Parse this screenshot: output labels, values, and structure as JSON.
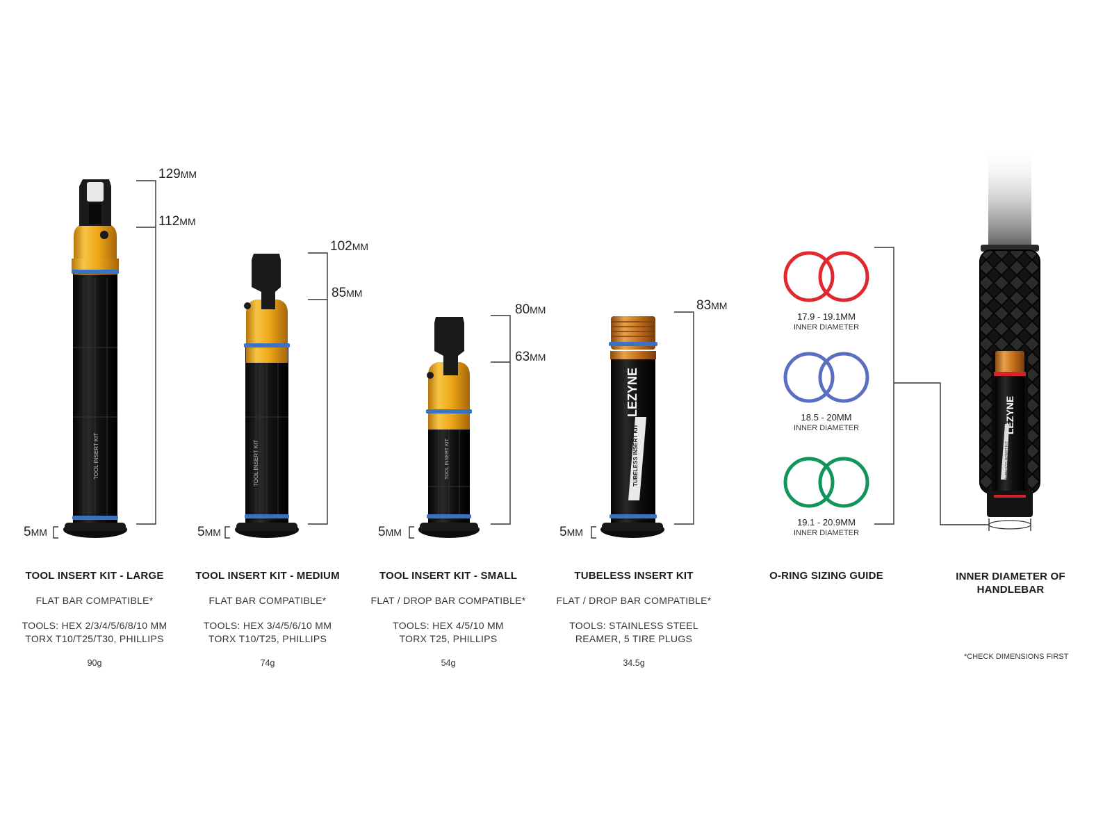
{
  "products": [
    {
      "title": "TOOL INSERT KIT - LARGE",
      "compat": "FLAT BAR COMPATIBLE*",
      "tools_line1": "TOOLS: HEX 2/3/4/5/6/8/10 MM",
      "tools_line2": "TORX T10/T25/T30, PHILLIPS",
      "weight": "90g",
      "dim_top": "129",
      "dim_mid": "112",
      "dim_base": "5",
      "body_text": "TOOL INSERT KIT"
    },
    {
      "title": "TOOL INSERT KIT - MEDIUM",
      "compat": "FLAT BAR COMPATIBLE*",
      "tools_line1": "TOOLS: HEX 3/4/5/6/10 MM",
      "tools_line2": "TORX T10/T25, PHILLIPS",
      "weight": "74g",
      "dim_top": "102",
      "dim_mid": "85",
      "dim_base": "5",
      "body_text": "TOOL INSERT KIT"
    },
    {
      "title": "TOOL INSERT KIT - SMALL",
      "compat": "FLAT / DROP BAR COMPATIBLE*",
      "tools_line1": "TOOLS: HEX 4/5/10 MM",
      "tools_line2": "TORX T25, PHILLIPS",
      "weight": "54g",
      "dim_top": "80",
      "dim_mid": "63",
      "dim_base": "5",
      "body_text": "TOOL INSERT KIT"
    },
    {
      "title": "TUBELESS INSERT KIT",
      "compat": "FLAT / DROP BAR COMPATIBLE*",
      "tools_line1": "TOOLS: STAINLESS STEEL",
      "tools_line2": "REAMER, 5 TIRE PLUGS",
      "weight": "34.5g",
      "dim_top": "83",
      "dim_base": "5",
      "body_text": "TUBELESS INSERT KIT",
      "brand": "LEZYNE"
    }
  ],
  "unit": "MM",
  "oring_guide": {
    "title": "O-RING SIZING GUIDE",
    "rings": [
      {
        "size": "17.9 - 19.1MM",
        "label": "INNER DIAMETER",
        "color": "#e0292f"
      },
      {
        "size": "18.5 - 20MM",
        "label": "INNER DIAMETER",
        "color": "#5b6fc0"
      },
      {
        "size": "19.1 - 20.9MM",
        "label": "INNER DIAMETER",
        "color": "#12955a"
      }
    ]
  },
  "handlebar": {
    "title_line1": "INNER DIAMETER OF",
    "title_line2": "HANDLEBAR",
    "note": "*CHECK DIMENSIONS FIRST",
    "brand": "LEZYNE",
    "body_text": "TUBELESS INSERT KIT"
  },
  "colors": {
    "gold": "#f0a818",
    "black": "#111111",
    "blue_oring": "#3b73c4",
    "copper": "#d07a1e"
  }
}
